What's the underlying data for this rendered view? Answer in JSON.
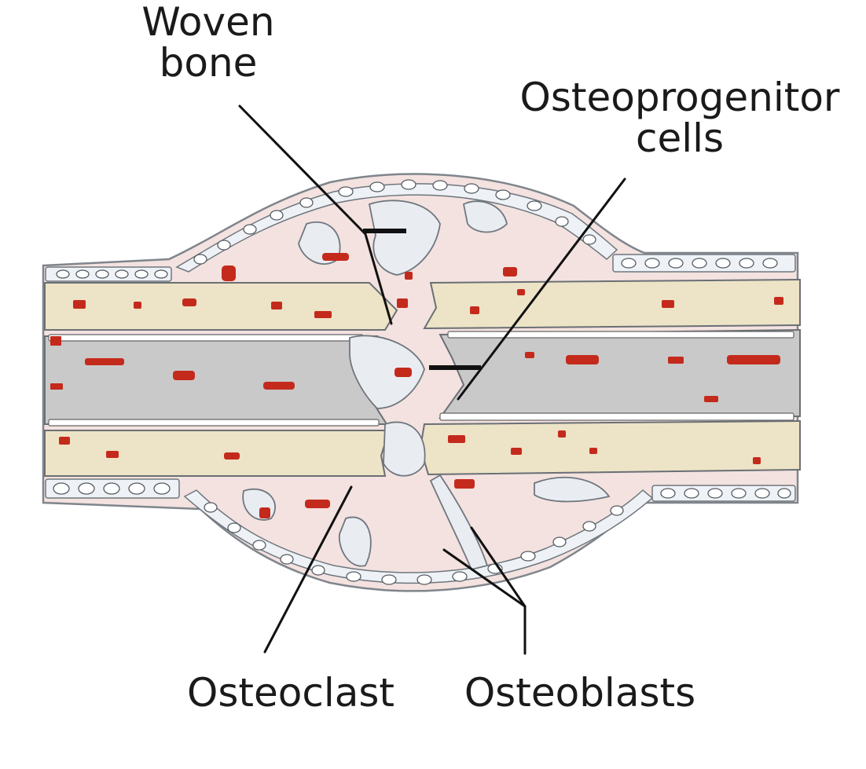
{
  "labels": {
    "woven_bone_line1": "Woven",
    "woven_bone_line2": "bone",
    "osteoprogenitor_line1": "Osteoprogenitor",
    "osteoprogenitor_line2": "cells",
    "osteoclast": "Osteoclast",
    "osteoblasts": "Osteoblasts"
  },
  "colors": {
    "callus_fill": "#f2d9d6",
    "callus_outline": "#8a8f96",
    "periosteum_cells": "#dce3ea",
    "cortical_bone": "#ede3c6",
    "marrow_cavity": "#c8c8c8",
    "osteocytes": "#c42a1c",
    "woven_bone": "#e9edf2",
    "leader_lines": "#111111"
  }
}
